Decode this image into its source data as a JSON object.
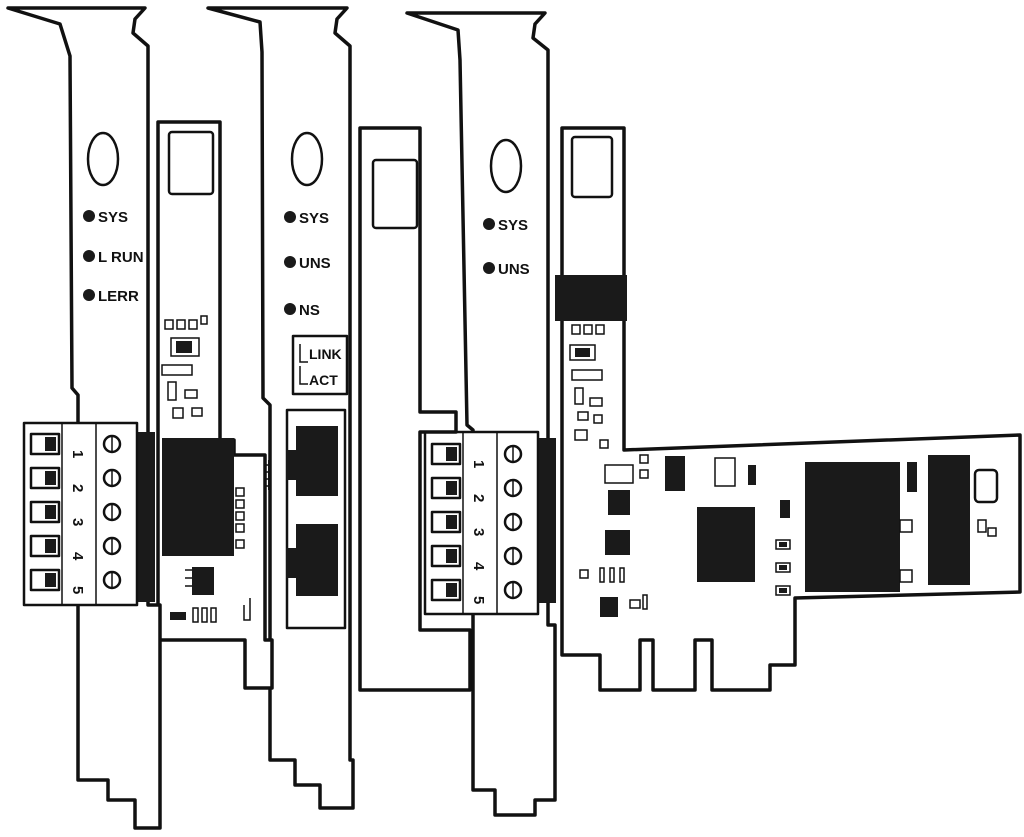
{
  "cards": [
    {
      "leds": [
        {
          "label": "SYS"
        },
        {
          "label": "L RUN"
        },
        {
          "label": "LERR"
        }
      ],
      "pins": [
        "1",
        "2",
        "3",
        "4",
        "5"
      ]
    },
    {
      "leds": [
        {
          "label": "SYS"
        },
        {
          "label": "UNS"
        },
        {
          "label": "NS"
        }
      ],
      "port_labels": [
        "LINK",
        "ACT"
      ]
    },
    {
      "leds": [
        {
          "label": "SYS"
        },
        {
          "label": "UNS"
        }
      ],
      "pins": [
        "1",
        "2",
        "3",
        "4",
        "5"
      ]
    }
  ],
  "colors": {
    "ink": "#111111",
    "paper": "#ffffff"
  }
}
